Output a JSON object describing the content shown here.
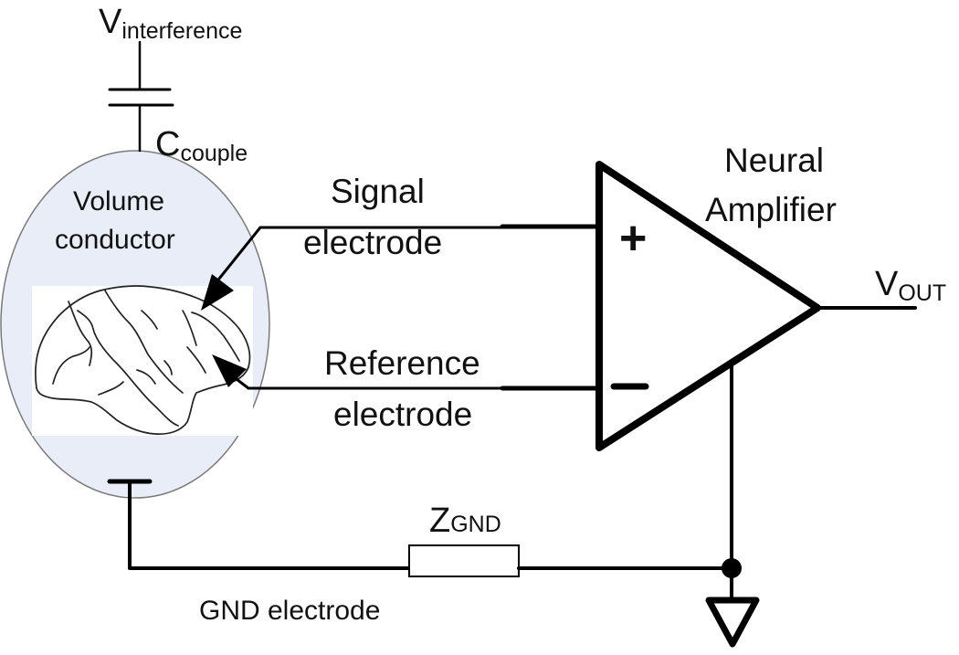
{
  "diagram": {
    "title": "Neural recording setup with interference coupling",
    "labels": {
      "v_interference_main": "V",
      "v_interference_sub": "interference",
      "c_couple_main": "C",
      "c_couple_sub": "couple",
      "volume_conductor_line1": "Volume",
      "volume_conductor_line2": "conductor",
      "signal_electrode_line1": "Signal",
      "signal_electrode_line2": "electrode",
      "reference_electrode_line1": "Reference",
      "reference_electrode_line2": "electrode",
      "amplifier_line1": "Neural",
      "amplifier_line2": "Amplifier",
      "plus_sign": "+",
      "minus_sign": "−",
      "vout_main": "V",
      "vout_sub": "OUT",
      "zgnd_main": "Z",
      "zgnd_sub": "GND",
      "gnd_electrode": "GND electrode"
    },
    "components": [
      {
        "id": "interference-source",
        "type": "voltage-source-node"
      },
      {
        "id": "coupling-capacitor",
        "type": "capacitor"
      },
      {
        "id": "volume-conductor",
        "type": "ellipse-region"
      },
      {
        "id": "brain",
        "type": "illustration"
      },
      {
        "id": "signal-electrode",
        "type": "electrode-arrow"
      },
      {
        "id": "reference-electrode",
        "type": "electrode-arrow"
      },
      {
        "id": "neural-amplifier",
        "type": "differential-amplifier"
      },
      {
        "id": "gnd-impedance",
        "type": "resistor"
      },
      {
        "id": "ground",
        "type": "ground-symbol"
      },
      {
        "id": "gnd-electrode",
        "type": "electrode-plate"
      }
    ],
    "colors": {
      "volume_conductor_fill": "#e8edf7",
      "volume_conductor_stroke": "#7a7a7a",
      "wire": "#000000"
    }
  }
}
